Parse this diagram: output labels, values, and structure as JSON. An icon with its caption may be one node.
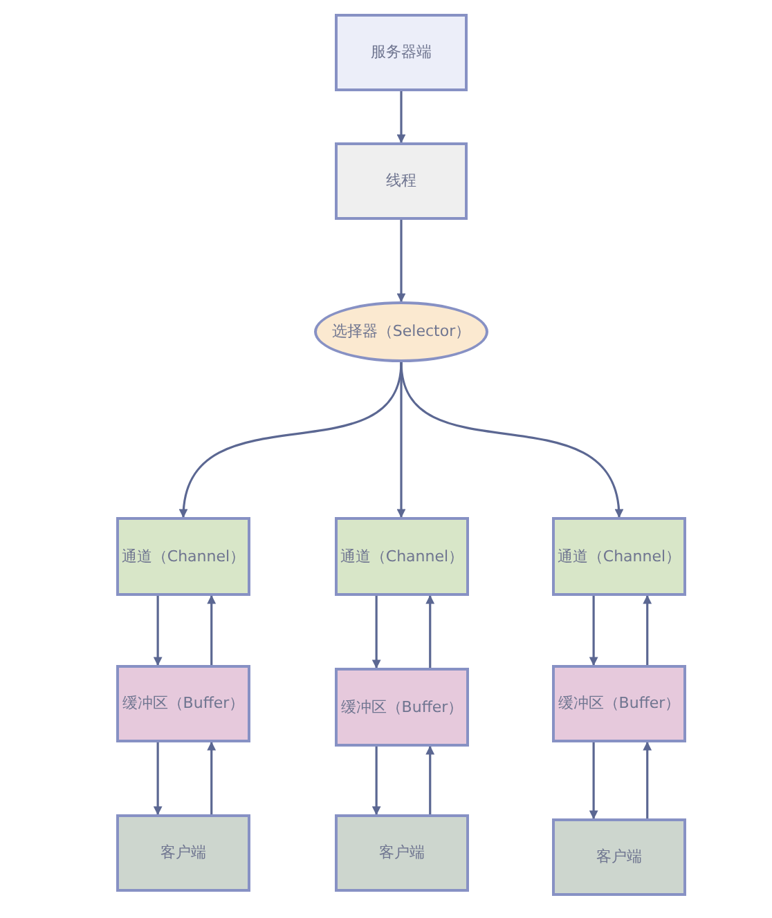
{
  "diagram": {
    "nodes": [
      {
        "text": [
          "服务器端"
        ]
      },
      {
        "text": [
          "线程"
        ]
      },
      {
        "text": [
          "选择器（Selector）"
        ]
      },
      {
        "text": [
          "通道（Channel）"
        ]
      },
      {
        "text": [
          "通道（Channel）"
        ]
      },
      {
        "text": [
          "通道（Channel）"
        ]
      },
      {
        "text": [
          "缓冲区（Buffer）"
        ]
      },
      {
        "text": [
          "缓冲区（Buffer）"
        ]
      },
      {
        "text": [
          "缓冲区（Buffer）"
        ]
      },
      {
        "text": [
          "客户端"
        ]
      },
      {
        "text": [
          "客户端"
        ]
      },
      {
        "text": [
          "客户端"
        ]
      }
    ],
    "edges": [
      {
        "from": 0,
        "to": 1,
        "arrow": "to"
      },
      {
        "from": 1,
        "to": 2,
        "arrow": "to"
      },
      {
        "from": 2,
        "to": 3,
        "arrow": "to"
      },
      {
        "from": 2,
        "to": 4,
        "arrow": "to"
      },
      {
        "from": 2,
        "to": 5,
        "arrow": "to"
      },
      {
        "from": 3,
        "to": 6,
        "arrow": "to"
      },
      {
        "from": 6,
        "to": 3,
        "arrow": "to"
      },
      {
        "from": 4,
        "to": 7,
        "arrow": "to"
      },
      {
        "from": 7,
        "to": 4,
        "arrow": "to"
      },
      {
        "from": 5,
        "to": 8,
        "arrow": "to"
      },
      {
        "from": 8,
        "to": 5,
        "arrow": "to"
      },
      {
        "from": 6,
        "to": 9,
        "arrow": "to"
      },
      {
        "from": 9,
        "to": 6,
        "arrow": "to"
      },
      {
        "from": 7,
        "to": 10,
        "arrow": "to"
      },
      {
        "from": 10,
        "to": 7,
        "arrow": "to"
      },
      {
        "from": 8,
        "to": 11,
        "arrow": "to"
      },
      {
        "from": 11,
        "to": 8,
        "arrow": "to"
      }
    ]
  }
}
